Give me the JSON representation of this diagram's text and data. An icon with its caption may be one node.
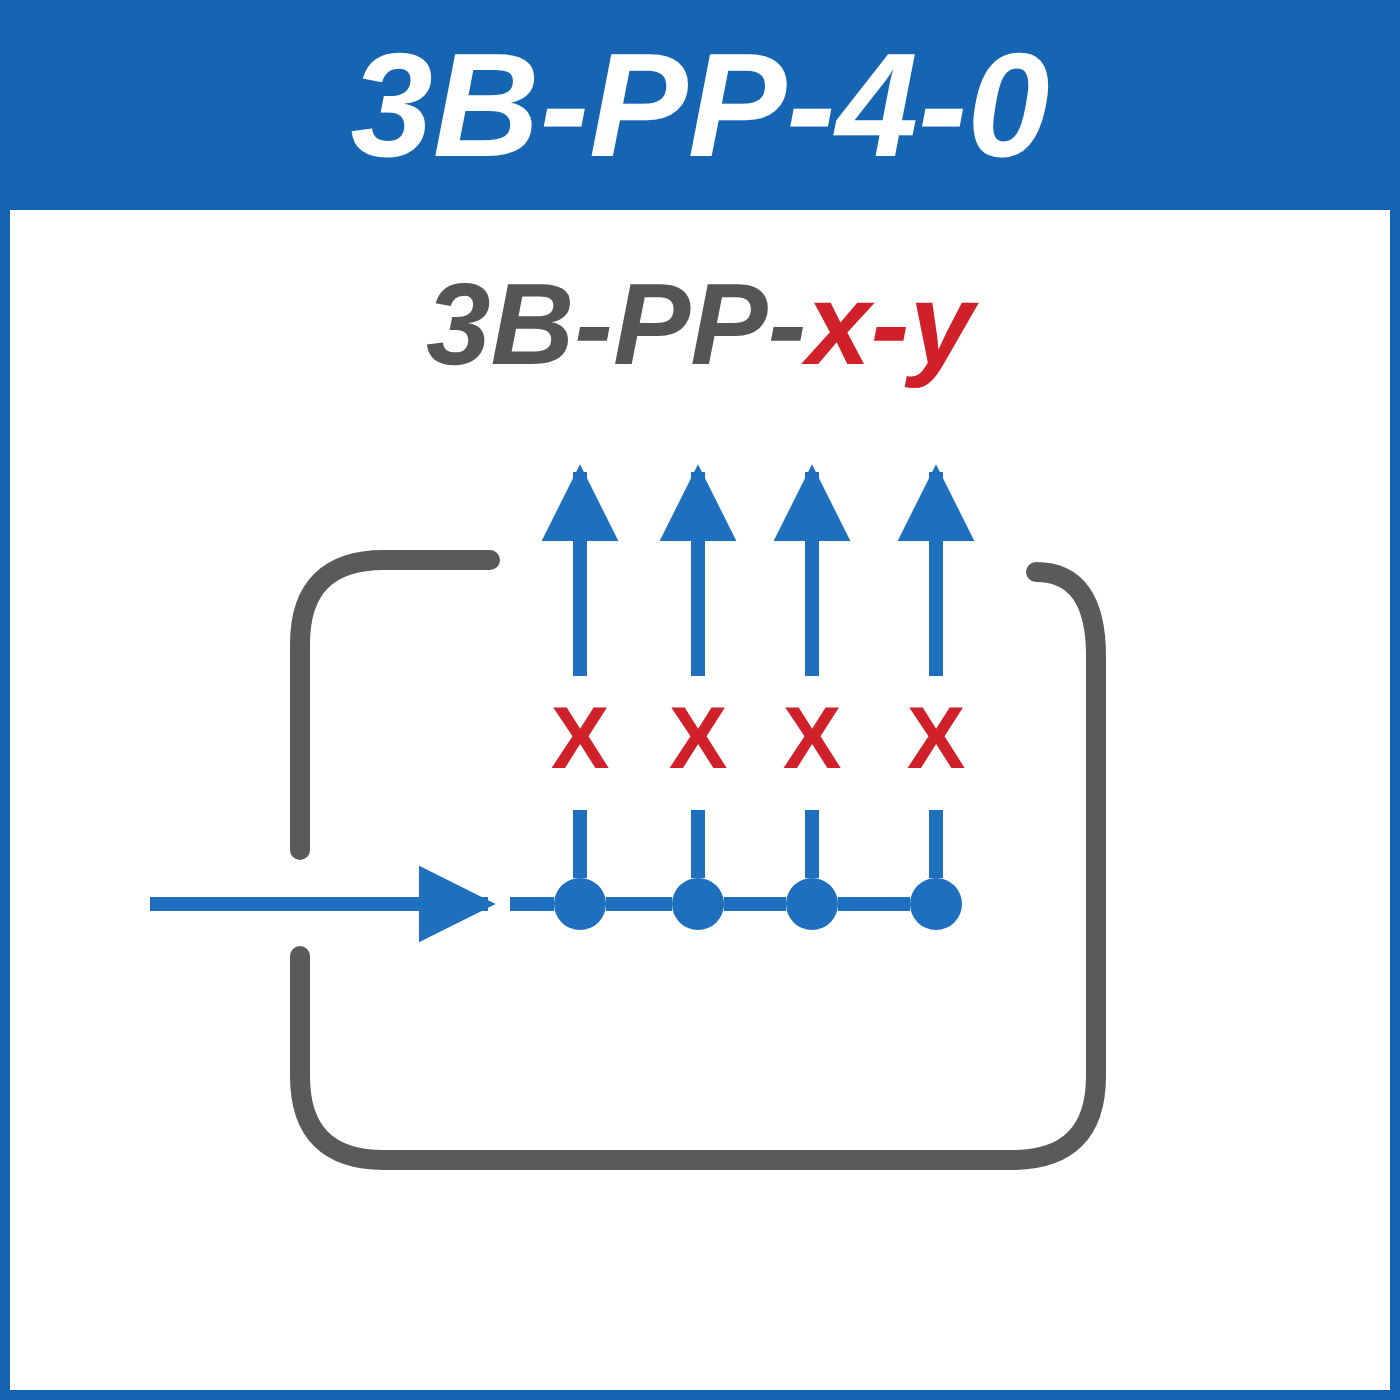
{
  "diagram": {
    "title": "3B-PP-4-0",
    "nodes": [
      {
        "text": [],
        "shape": "circle"
      },
      {
        "text": [],
        "shape": "circle"
      },
      {
        "text": [],
        "shape": "circle"
      },
      {
        "text": [],
        "shape": "circle"
      }
    ],
    "edges": [
      {
        "from": 0,
        "to": 1,
        "arrow": "none"
      },
      {
        "from": 1,
        "to": 2,
        "arrow": "none"
      },
      {
        "from": 2,
        "to": 3,
        "arrow": "none"
      },
      {
        "from": 0,
        "to": null,
        "arrow": "to"
      },
      {
        "from": 1,
        "to": null,
        "arrow": "to"
      },
      {
        "from": 2,
        "to": null,
        "arrow": "to"
      },
      {
        "from": 3,
        "to": null,
        "arrow": "to"
      }
    ],
    "labels": [
      "3B-PP-",
      "x-y",
      "X",
      "X",
      "X",
      "X"
    ]
  }
}
